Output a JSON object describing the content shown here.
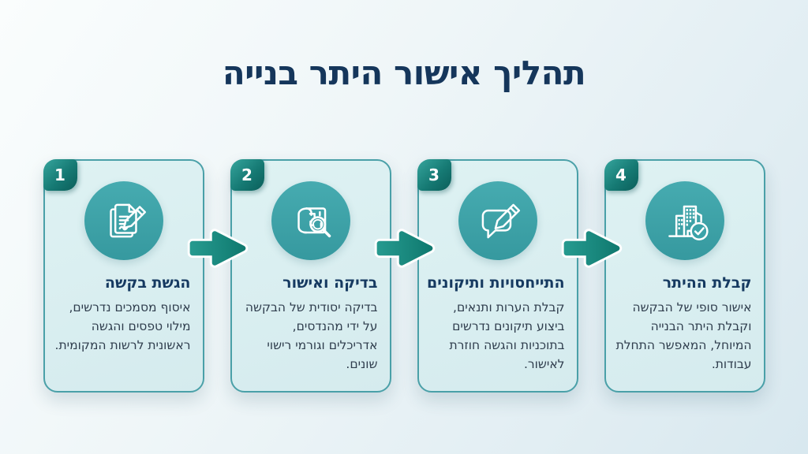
{
  "title": "תהליך אישור היתר בנייה",
  "colors": {
    "accent_teal": "#1d9186",
    "badge_teal_dark": "#0b5e5a",
    "icon_circle_teal": "#3ca3a9",
    "card_fill": "#d8edf0",
    "card_border": "#4aa0a8",
    "title_navy": "#15365b",
    "body_text": "#2f3d4d"
  },
  "steps": [
    {
      "number": "1",
      "title": "הגשת בקשה",
      "description": "איסוף מסמכים נדרשים, מילוי טפסים והגשה ראשונית לרשות המקומית.",
      "icon": "document-pencil-icon"
    },
    {
      "number": "2",
      "title": "בדיקה ואישור",
      "description": "בדיקה יסודית של הבקשה על ידי מהנדסים, אדריכלים וגורמי רישוי שונים.",
      "icon": "blueprint-magnifier-icon"
    },
    {
      "number": "3",
      "title": "התייחסויות ותיקונים",
      "description": "קבלת הערות ותנאים, ביצוע תיקונים נדרשים בתוכניות והגשה חוזרת לאישור.",
      "icon": "comment-pencil-icon"
    },
    {
      "number": "4",
      "title": "קבלת ההיתר",
      "description": "אישור סופי של הבקשה וקבלת היתר הבנייה המיוחל, המאפשר התחלת עבודות.",
      "icon": "building-check-icon"
    }
  ]
}
